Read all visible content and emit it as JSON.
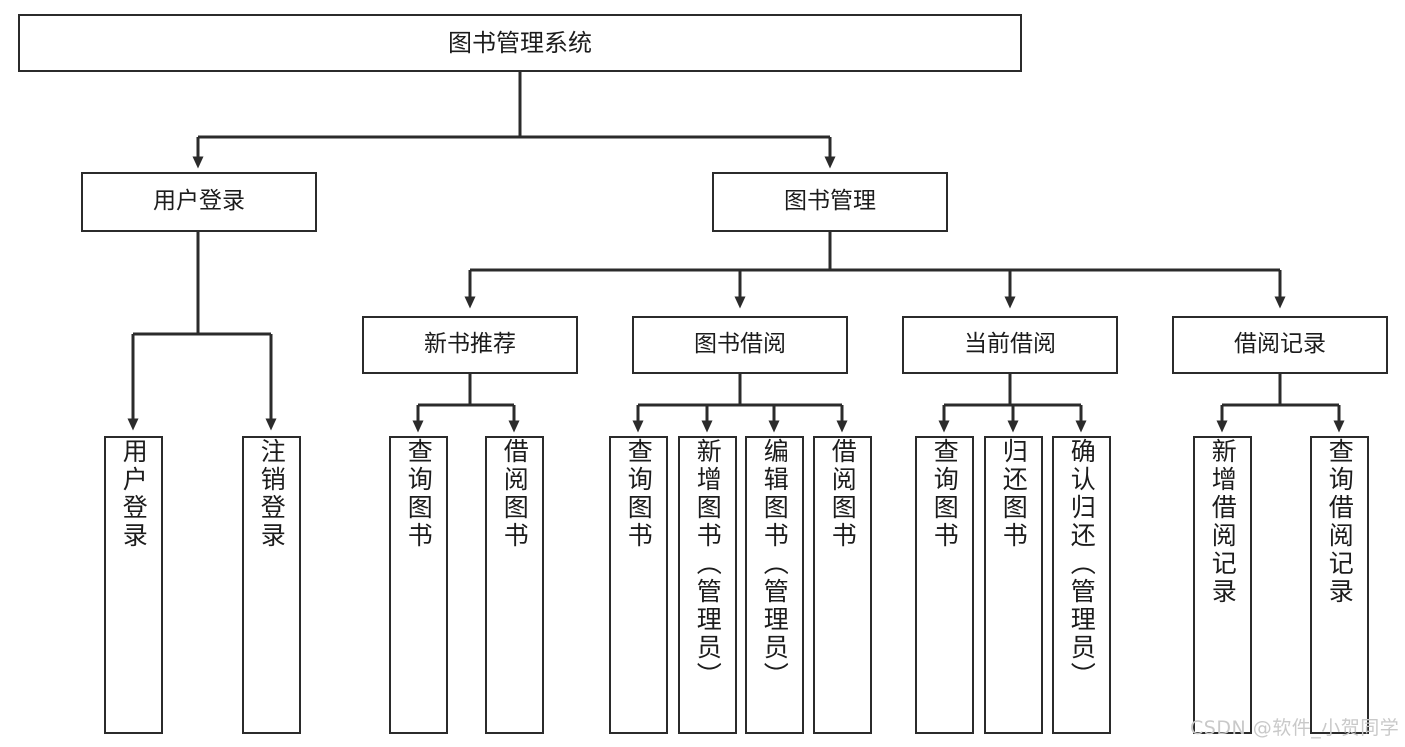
{
  "diagram": {
    "title": "图书管理系统",
    "watermark": "CSDN @软件_小贺同学",
    "colors": {
      "stroke": "#2b2b2b",
      "fill": "#ffffff",
      "text": "#1c1c1c",
      "watermark": "#c9c9c9"
    },
    "root": {
      "label": "图书管理系统"
    },
    "level2": [
      {
        "label": "用户登录"
      },
      {
        "label": "图书管理"
      }
    ],
    "level3": [
      {
        "label": "新书推荐"
      },
      {
        "label": "图书借阅"
      },
      {
        "label": "当前借阅"
      },
      {
        "label": "借阅记录"
      }
    ],
    "leaves": {
      "user_login": [
        {
          "label": "用户登录"
        },
        {
          "label": "注销登录"
        }
      ],
      "new_book": [
        {
          "label": "查询图书"
        },
        {
          "label": "借阅图书"
        }
      ],
      "book_borrow": [
        {
          "label": "查询图书"
        },
        {
          "label": "新增图书（管理员）"
        },
        {
          "label": "编辑图书（管理员）"
        },
        {
          "label": "借阅图书"
        }
      ],
      "current_borrow": [
        {
          "label": "查询图书"
        },
        {
          "label": "归还图书"
        },
        {
          "label": "确认归还（管理员）"
        }
      ],
      "borrow_record": [
        {
          "label": "新增借阅记录"
        },
        {
          "label": "查询借阅记录"
        }
      ]
    }
  }
}
